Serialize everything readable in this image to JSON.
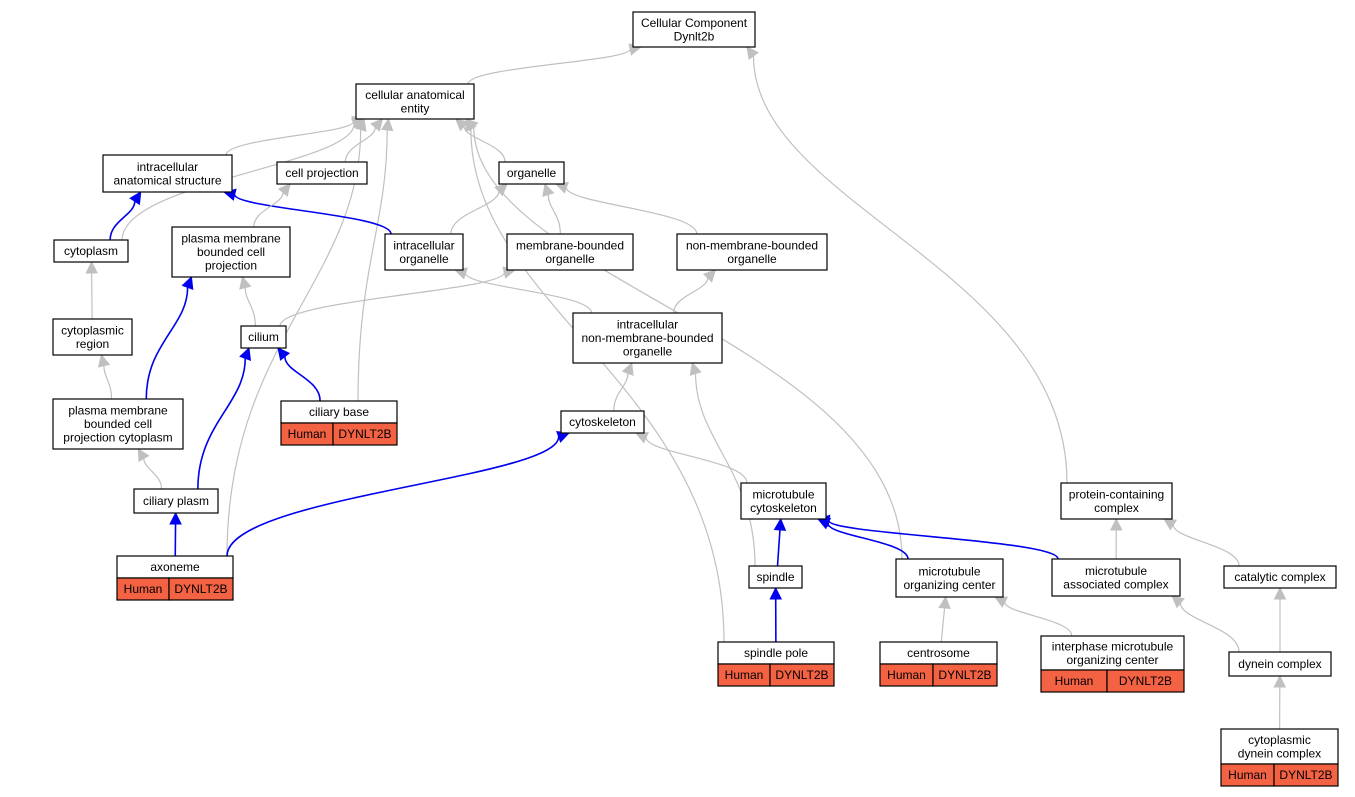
{
  "colors": {
    "is_a_edge": "#c0c0c0",
    "part_of_edge": "#0000ee",
    "annotation_fill": "#f46244",
    "node_fill": "#ffffff",
    "node_stroke": "#000000"
  },
  "nodes": [
    {
      "id": "cellular-component",
      "lines": [
        "Cellular Component",
        "Dynlt2b"
      ]
    },
    {
      "id": "cellular-anatomical-entity",
      "lines": [
        "cellular anatomical",
        "entity"
      ]
    },
    {
      "id": "intracellular-anatomical-structure",
      "lines": [
        "intracellular",
        "anatomical structure"
      ]
    },
    {
      "id": "cell-projection",
      "lines": [
        "cell projection"
      ]
    },
    {
      "id": "organelle",
      "lines": [
        "organelle"
      ]
    },
    {
      "id": "cytoplasm",
      "lines": [
        "cytoplasm"
      ]
    },
    {
      "id": "plasma-membrane-bounded-cell-projection",
      "lines": [
        "plasma membrane",
        "bounded cell",
        "projection"
      ]
    },
    {
      "id": "intracellular-organelle",
      "lines": [
        "intracellular",
        "organelle"
      ]
    },
    {
      "id": "membrane-bounded-organelle",
      "lines": [
        "membrane-bounded",
        "organelle"
      ]
    },
    {
      "id": "non-membrane-bounded-organelle",
      "lines": [
        "non-membrane-bounded",
        "organelle"
      ]
    },
    {
      "id": "cytoplasmic-region",
      "lines": [
        "cytoplasmic",
        "region"
      ]
    },
    {
      "id": "cilium",
      "lines": [
        "cilium"
      ]
    },
    {
      "id": "intracellular-non-membrane-bounded-organelle",
      "lines": [
        "intracellular",
        "non-membrane-bounded",
        "organelle"
      ]
    },
    {
      "id": "ciliary-base",
      "lines": [
        "ciliary base"
      ],
      "annotation": [
        "Human",
        "DYNLT2B"
      ]
    },
    {
      "id": "plasma-membrane-bounded-cell-projection-cytoplasm",
      "lines": [
        "plasma membrane",
        "bounded cell",
        "projection cytoplasm"
      ]
    },
    {
      "id": "cytoskeleton",
      "lines": [
        "cytoskeleton"
      ]
    },
    {
      "id": "ciliary-plasm",
      "lines": [
        "ciliary plasm"
      ]
    },
    {
      "id": "microtubule-cytoskeleton",
      "lines": [
        "microtubule",
        "cytoskeleton"
      ]
    },
    {
      "id": "protein-containing-complex",
      "lines": [
        "protein-containing",
        "complex"
      ]
    },
    {
      "id": "axoneme",
      "lines": [
        "axoneme"
      ],
      "annotation": [
        "Human",
        "DYNLT2B"
      ]
    },
    {
      "id": "spindle",
      "lines": [
        "spindle"
      ]
    },
    {
      "id": "microtubule-organizing-center",
      "lines": [
        "microtubule",
        "organizing center"
      ]
    },
    {
      "id": "microtubule-associated-complex",
      "lines": [
        "microtubule",
        "associated complex"
      ]
    },
    {
      "id": "catalytic-complex",
      "lines": [
        "catalytic complex"
      ]
    },
    {
      "id": "spindle-pole",
      "lines": [
        "spindle pole"
      ],
      "annotation": [
        "Human",
        "DYNLT2B"
      ]
    },
    {
      "id": "centrosome",
      "lines": [
        "centrosome"
      ],
      "annotation": [
        "Human",
        "DYNLT2B"
      ]
    },
    {
      "id": "interphase-microtubule-organizing-center",
      "lines": [
        "interphase microtubule",
        "organizing center"
      ],
      "annotation": [
        "Human",
        "DYNLT2B"
      ]
    },
    {
      "id": "dynein-complex",
      "lines": [
        "dynein complex"
      ]
    },
    {
      "id": "cytoplasmic-dynein-complex",
      "lines": [
        "cytoplasmic",
        "dynein complex"
      ],
      "annotation": [
        "Human",
        "DYNLT2B"
      ]
    }
  ],
  "edges": [
    {
      "from": "cellular-anatomical-entity",
      "to": "cellular-component",
      "type": "is_a"
    },
    {
      "from": "protein-containing-complex",
      "to": "cellular-component",
      "type": "is_a"
    },
    {
      "from": "intracellular-anatomical-structure",
      "to": "cellular-anatomical-entity",
      "type": "is_a"
    },
    {
      "from": "cell-projection",
      "to": "cellular-anatomical-entity",
      "type": "is_a"
    },
    {
      "from": "organelle",
      "to": "cellular-anatomical-entity",
      "type": "is_a"
    },
    {
      "from": "cytoplasm",
      "to": "cellular-anatomical-entity",
      "type": "is_a"
    },
    {
      "from": "axoneme",
      "to": "cellular-anatomical-entity",
      "type": "is_a"
    },
    {
      "from": "ciliary-base",
      "to": "cellular-anatomical-entity",
      "type": "is_a"
    },
    {
      "from": "spindle-pole",
      "to": "cellular-anatomical-entity",
      "type": "is_a"
    },
    {
      "from": "microtubule-organizing-center",
      "to": "cellular-anatomical-entity",
      "type": "is_a"
    },
    {
      "from": "cytoplasm",
      "to": "intracellular-anatomical-structure",
      "type": "part_of"
    },
    {
      "from": "intracellular-organelle",
      "to": "intracellular-anatomical-structure",
      "type": "part_of"
    },
    {
      "from": "plasma-membrane-bounded-cell-projection",
      "to": "cell-projection",
      "type": "is_a"
    },
    {
      "from": "intracellular-organelle",
      "to": "organelle",
      "type": "is_a"
    },
    {
      "from": "membrane-bounded-organelle",
      "to": "organelle",
      "type": "is_a"
    },
    {
      "from": "non-membrane-bounded-organelle",
      "to": "organelle",
      "type": "is_a"
    },
    {
      "from": "cytoplasmic-region",
      "to": "cytoplasm",
      "type": "is_a"
    },
    {
      "from": "cilium",
      "to": "plasma-membrane-bounded-cell-projection",
      "type": "is_a"
    },
    {
      "from": "cilium",
      "to": "membrane-bounded-organelle",
      "type": "is_a"
    },
    {
      "from": "intracellular-non-membrane-bounded-organelle",
      "to": "intracellular-organelle",
      "type": "is_a"
    },
    {
      "from": "intracellular-non-membrane-bounded-organelle",
      "to": "non-membrane-bounded-organelle",
      "type": "is_a"
    },
    {
      "from": "plasma-membrane-bounded-cell-projection-cytoplasm",
      "to": "cytoplasmic-region",
      "type": "is_a"
    },
    {
      "from": "plasma-membrane-bounded-cell-projection-cytoplasm",
      "to": "plasma-membrane-bounded-cell-projection",
      "type": "part_of"
    },
    {
      "from": "ciliary-base",
      "to": "cilium",
      "type": "part_of"
    },
    {
      "from": "ciliary-plasm",
      "to": "cilium",
      "type": "part_of"
    },
    {
      "from": "ciliary-plasm",
      "to": "plasma-membrane-bounded-cell-projection-cytoplasm",
      "type": "is_a"
    },
    {
      "from": "cytoskeleton",
      "to": "intracellular-non-membrane-bounded-organelle",
      "type": "is_a"
    },
    {
      "from": "spindle",
      "to": "intracellular-non-membrane-bounded-organelle",
      "type": "is_a"
    },
    {
      "from": "microtubule-cytoskeleton",
      "to": "cytoskeleton",
      "type": "is_a"
    },
    {
      "from": "axoneme",
      "to": "cytoskeleton",
      "type": "part_of"
    },
    {
      "from": "axoneme",
      "to": "ciliary-plasm",
      "type": "part_of"
    },
    {
      "from": "spindle",
      "to": "microtubule-cytoskeleton",
      "type": "part_of"
    },
    {
      "from": "microtubule-organizing-center",
      "to": "microtubule-cytoskeleton",
      "type": "part_of"
    },
    {
      "from": "microtubule-associated-complex",
      "to": "microtubule-cytoskeleton",
      "type": "part_of"
    },
    {
      "from": "microtubule-associated-complex",
      "to": "protein-containing-complex",
      "type": "is_a"
    },
    {
      "from": "catalytic-complex",
      "to": "protein-containing-complex",
      "type": "is_a"
    },
    {
      "from": "spindle-pole",
      "to": "spindle",
      "type": "part_of"
    },
    {
      "from": "centrosome",
      "to": "microtubule-organizing-center",
      "type": "is_a"
    },
    {
      "from": "interphase-microtubule-organizing-center",
      "to": "microtubule-organizing-center",
      "type": "is_a"
    },
    {
      "from": "dynein-complex",
      "to": "microtubule-associated-complex",
      "type": "is_a"
    },
    {
      "from": "dynein-complex",
      "to": "catalytic-complex",
      "type": "is_a"
    },
    {
      "from": "cytoplasmic-dynein-complex",
      "to": "dynein-complex",
      "type": "is_a"
    }
  ]
}
